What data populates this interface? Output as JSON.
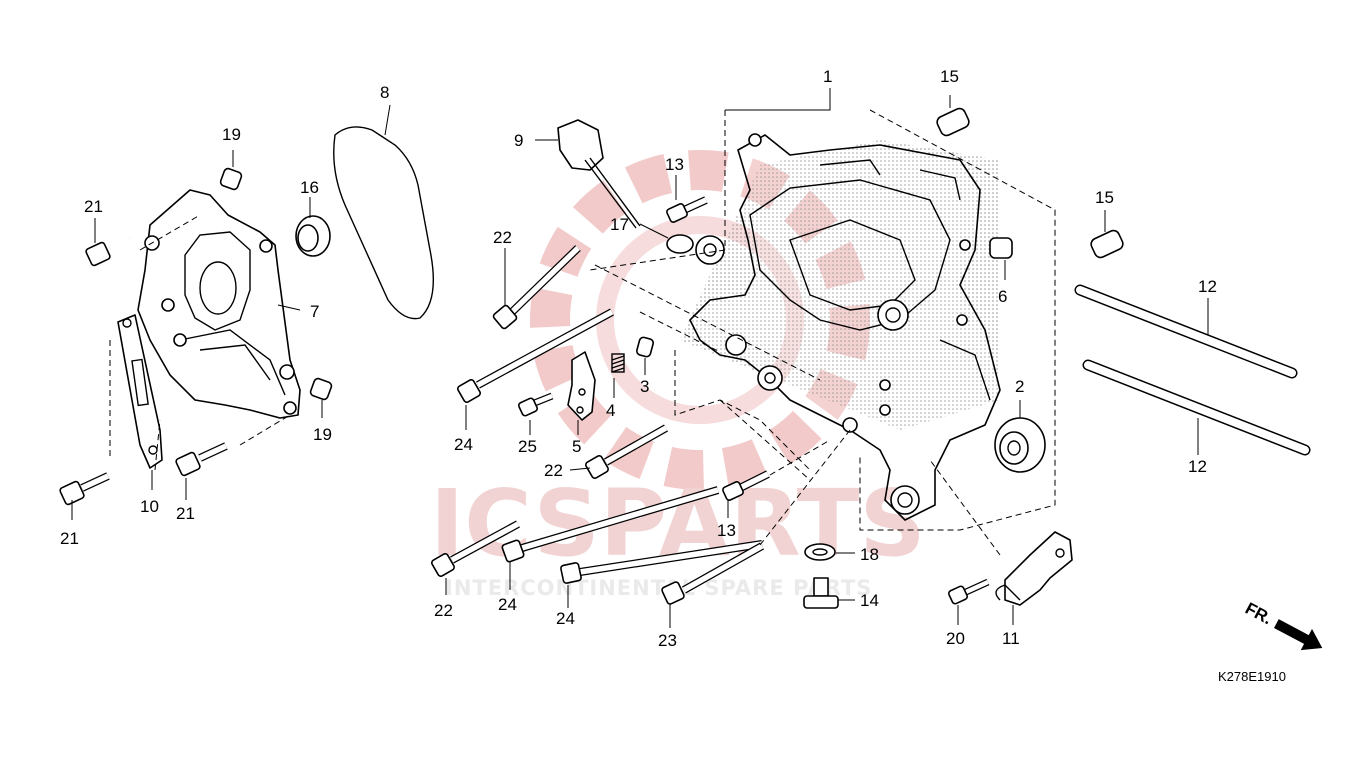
{
  "diagram": {
    "code": "K278E1910",
    "direction_label": "FR.",
    "watermark": {
      "brand": "ICSPARTS",
      "tagline": "INTERCONTINENTAL SPARE PARTS"
    },
    "callouts": [
      {
        "id": "c1",
        "label": "1"
      },
      {
        "id": "c2",
        "label": "2"
      },
      {
        "id": "c3",
        "label": "3"
      },
      {
        "id": "c4",
        "label": "4"
      },
      {
        "id": "c5",
        "label": "5"
      },
      {
        "id": "c6",
        "label": "6"
      },
      {
        "id": "c7",
        "label": "7"
      },
      {
        "id": "c8",
        "label": "8"
      },
      {
        "id": "c9",
        "label": "9"
      },
      {
        "id": "c10",
        "label": "10"
      },
      {
        "id": "c11",
        "label": "11"
      },
      {
        "id": "c12a",
        "label": "12"
      },
      {
        "id": "c12b",
        "label": "12"
      },
      {
        "id": "c13a",
        "label": "13"
      },
      {
        "id": "c13b",
        "label": "13"
      },
      {
        "id": "c14",
        "label": "14"
      },
      {
        "id": "c15a",
        "label": "15"
      },
      {
        "id": "c15b",
        "label": "15"
      },
      {
        "id": "c16",
        "label": "16"
      },
      {
        "id": "c17",
        "label": "17"
      },
      {
        "id": "c18",
        "label": "18"
      },
      {
        "id": "c19a",
        "label": "19"
      },
      {
        "id": "c19b",
        "label": "19"
      },
      {
        "id": "c20",
        "label": "20"
      },
      {
        "id": "c21a",
        "label": "21"
      },
      {
        "id": "c21b",
        "label": "21"
      },
      {
        "id": "c21c",
        "label": "21"
      },
      {
        "id": "c22a",
        "label": "22"
      },
      {
        "id": "c22b",
        "label": "22"
      },
      {
        "id": "c22c",
        "label": "22"
      },
      {
        "id": "c23",
        "label": "23"
      },
      {
        "id": "c24a",
        "label": "24"
      },
      {
        "id": "c24b",
        "label": "24"
      },
      {
        "id": "c24c",
        "label": "24"
      },
      {
        "id": "c25",
        "label": "25"
      }
    ],
    "colors": {
      "line": "#000000",
      "watermark_gray": "#cccccc",
      "watermark_red": "#e03030",
      "stipple": "#888888"
    }
  }
}
